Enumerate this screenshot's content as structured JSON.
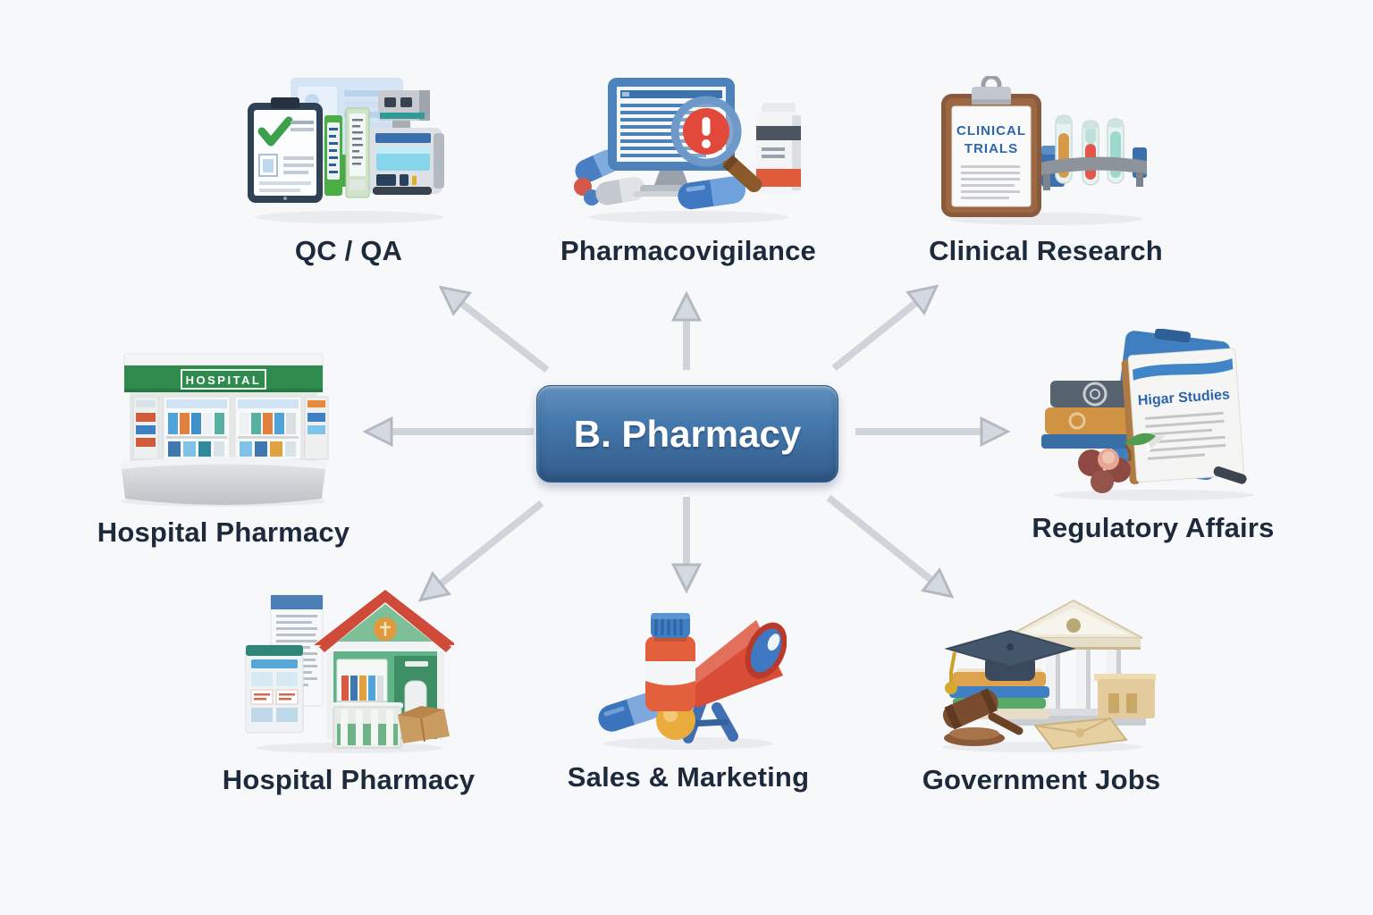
{
  "title": "B. Pharmacy career options diagram",
  "background_color": "#f7f8fa",
  "arrow_color": "#cfd4db",
  "label_color": "#1d2a3c",
  "center_node": {
    "label": "B. Pharmacy",
    "bg_color": "#3e72a6",
    "text_color": "#ffffff"
  },
  "nodes": [
    {
      "label": "QC / QA",
      "position": "top-left",
      "icon": "qc-qa-clipboard-analyzer-icon"
    },
    {
      "label": "Pharmacovigilance",
      "position": "top-center",
      "icon": "monitor-alert-magnifier-icon"
    },
    {
      "label": "Clinical Research",
      "position": "top-right",
      "icon": "clinical-trials-clipboard-icon",
      "icon_text_lines": [
        "CLINICAL",
        "TRIALS"
      ]
    },
    {
      "label": "Hospital Pharmacy",
      "position": "middle-left",
      "icon": "hospital-pharmacy-counter-icon",
      "icon_text": "HOSPITAL"
    },
    {
      "label": "Regulatory Affairs",
      "position": "middle-right",
      "icon": "books-document-icon",
      "icon_text": "Higar Studies"
    },
    {
      "label": "Hospital Pharmacy",
      "position": "bottom-left",
      "icon": "pharmacy-store-house-icon"
    },
    {
      "label": "Sales & Marketing",
      "position": "bottom-center",
      "icon": "megaphone-pill-bottle-icon"
    },
    {
      "label": "Government Jobs",
      "position": "bottom-right",
      "icon": "government-building-gavel-icon"
    }
  ]
}
